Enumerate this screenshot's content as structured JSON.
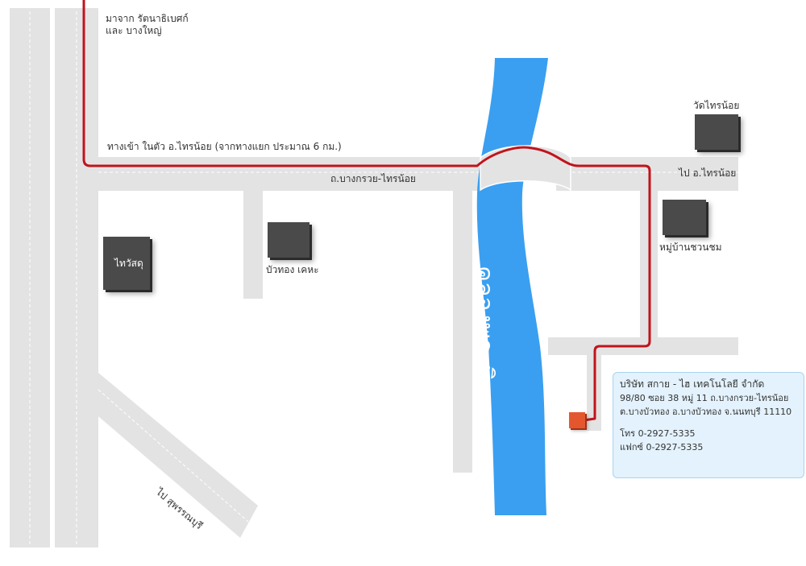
{
  "colors": {
    "road": "#e3e3e3",
    "road_edge": "#ffffff",
    "river": "#3a9ff0",
    "route": "#c0141c",
    "building": "#4a4a4a",
    "office_marker": "#e4572e",
    "info_bg": "#e3f2fc"
  },
  "labels": {
    "origin": "มาจาก รัตนาธิเบศก์\nและ บางใหญ่",
    "entrance": "ทางเข้า ในตัว อ.ไทรน้อย (จากทางแยก ประมาณ 6 กม.)",
    "main_road": "ถ.บางกรวย-ไทรน้อย",
    "to_sainoi": "ไป อ.ไทรน้อย",
    "to_suphan": "ไป สุพรรณบุรี",
    "canal": "คลองพระพิมล"
  },
  "landmarks": {
    "wat_sainoi": "วัดไทรน้อย",
    "village": "หมู่บ้านชวนชม",
    "buathong": "บัวทอง เคหะ",
    "thai_wasadu": "ไทวัสดุ"
  },
  "company": {
    "name": "บริษัท สกาย - ไฮ เทคโนโลยี จำกัด",
    "address_1": "98/80 ซอย 38 หมู่ 11 ถ.บางกรวย-ไทรน้อย",
    "address_2": "ต.บางบัวทอง อ.บางบัวทอง จ.นนทบุรี 11110",
    "phone": "โทร 0-2927-5335",
    "fax": "แฟกซ์ 0-2927-5335"
  },
  "icons": {
    "building": "building-block-icon",
    "office": "office-marker-icon"
  }
}
